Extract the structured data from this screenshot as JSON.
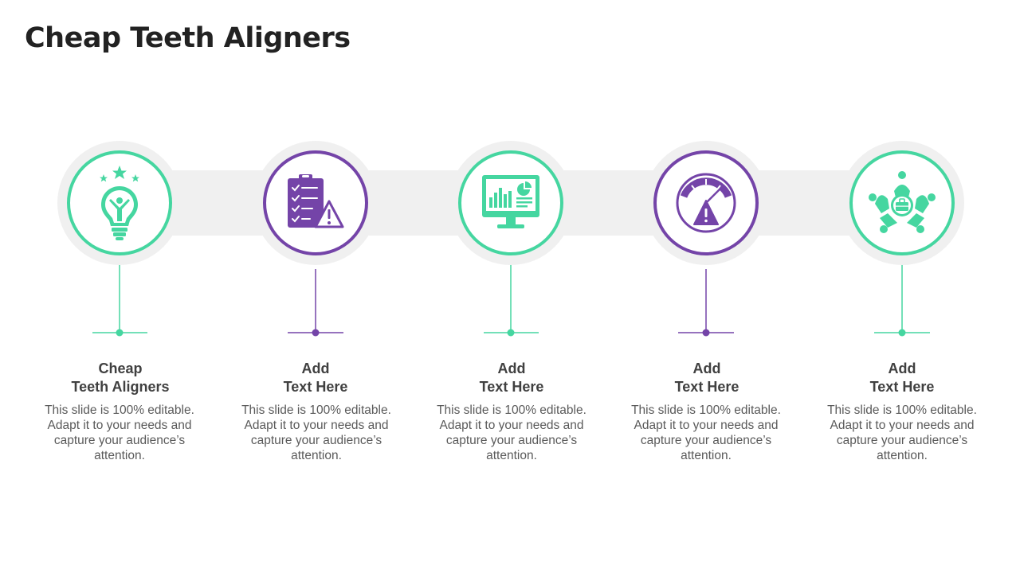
{
  "title": "Cheap Teeth Aligners",
  "colors": {
    "green": "#45D6A0",
    "purple": "#7444A8",
    "band": "#F0F0F0"
  },
  "steps": [
    {
      "heading_line1": "Cheap",
      "heading_line2": "Teeth Aligners",
      "body": "This slide is 100% editable. Adapt it to your needs and capture your audience’s attention.",
      "icon": "lightbulb-person-icon",
      "accent": "green"
    },
    {
      "heading_line1": "Add",
      "heading_line2": "Text Here",
      "body": "This slide is 100% editable. Adapt it to your needs and capture your audience’s attention.",
      "icon": "clipboard-warning-icon",
      "accent": "purple"
    },
    {
      "heading_line1": "Add",
      "heading_line2": "Text Here",
      "body": "This slide is 100% editable. Adapt it to your needs and capture your audience’s attention.",
      "icon": "monitor-chart-icon",
      "accent": "green"
    },
    {
      "heading_line1": "Add",
      "heading_line2": "Text Here",
      "body": "This slide is 100% editable. Adapt it to your needs and capture your audience’s attention.",
      "icon": "gauge-warning-icon",
      "accent": "purple"
    },
    {
      "heading_line1": "Add",
      "heading_line2": "Text Here",
      "body": "This slide is 100% editable. Adapt it to your needs and capture your audience’s attention.",
      "icon": "team-briefcase-icon",
      "accent": "green"
    }
  ]
}
